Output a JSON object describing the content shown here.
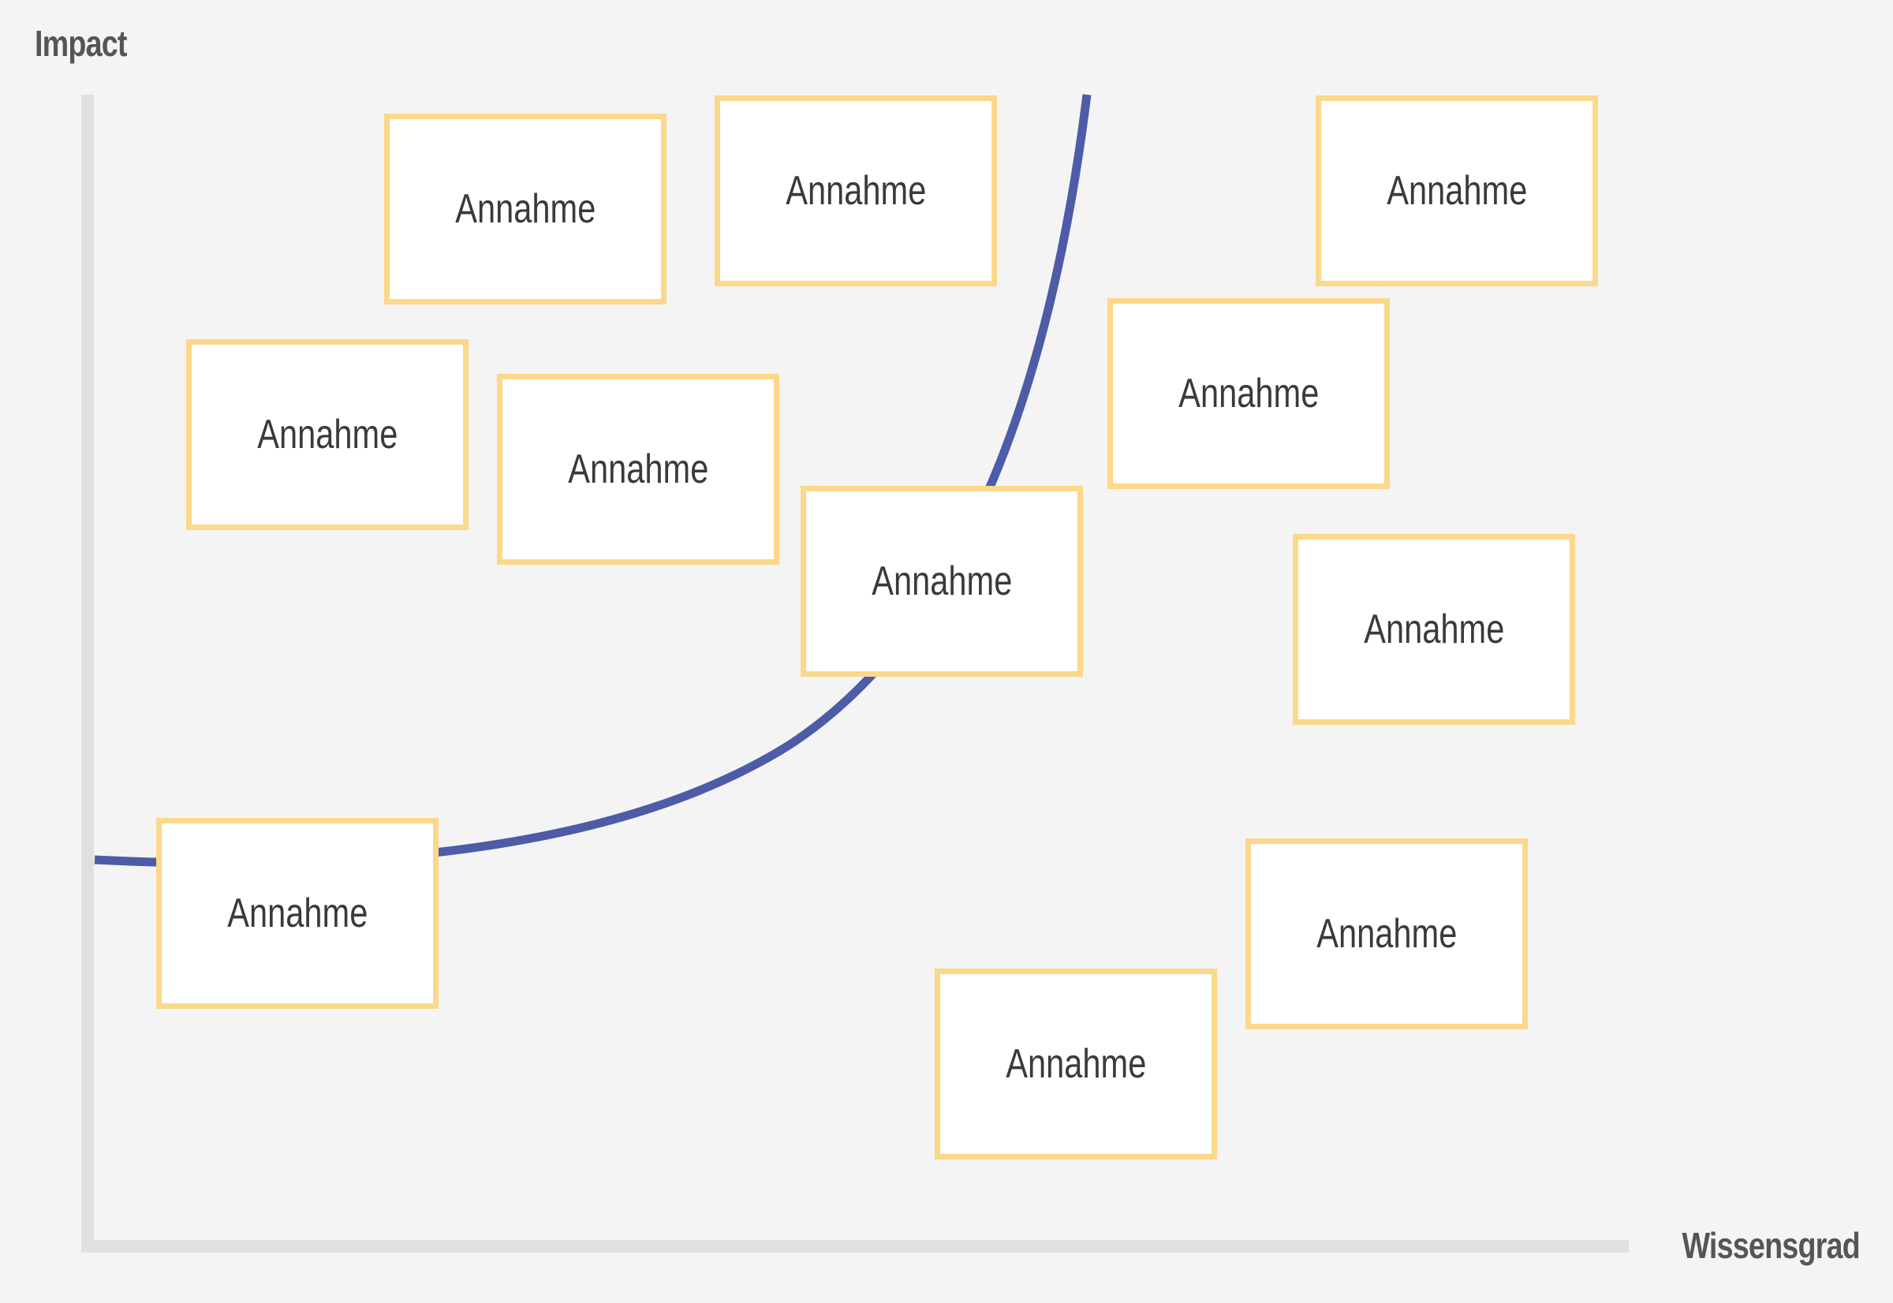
{
  "axes": {
    "y_label": "Impact",
    "x_label": "Wissensgrad",
    "axis_color": "#e0e0e0"
  },
  "curve": {
    "color": "#4e5ba6"
  },
  "note_style": {
    "border_color": "#fbd88a",
    "fill_color": "#ffffff"
  },
  "notes": [
    {
      "label": "Annahme"
    },
    {
      "label": "Annahme"
    },
    {
      "label": "Annahme"
    },
    {
      "label": "Annahme"
    },
    {
      "label": "Annahme"
    },
    {
      "label": "Annahme"
    },
    {
      "label": "Annahme"
    },
    {
      "label": "Annahme"
    },
    {
      "label": "Annahme"
    },
    {
      "label": "Annahme"
    },
    {
      "label": "Annahme"
    }
  ]
}
